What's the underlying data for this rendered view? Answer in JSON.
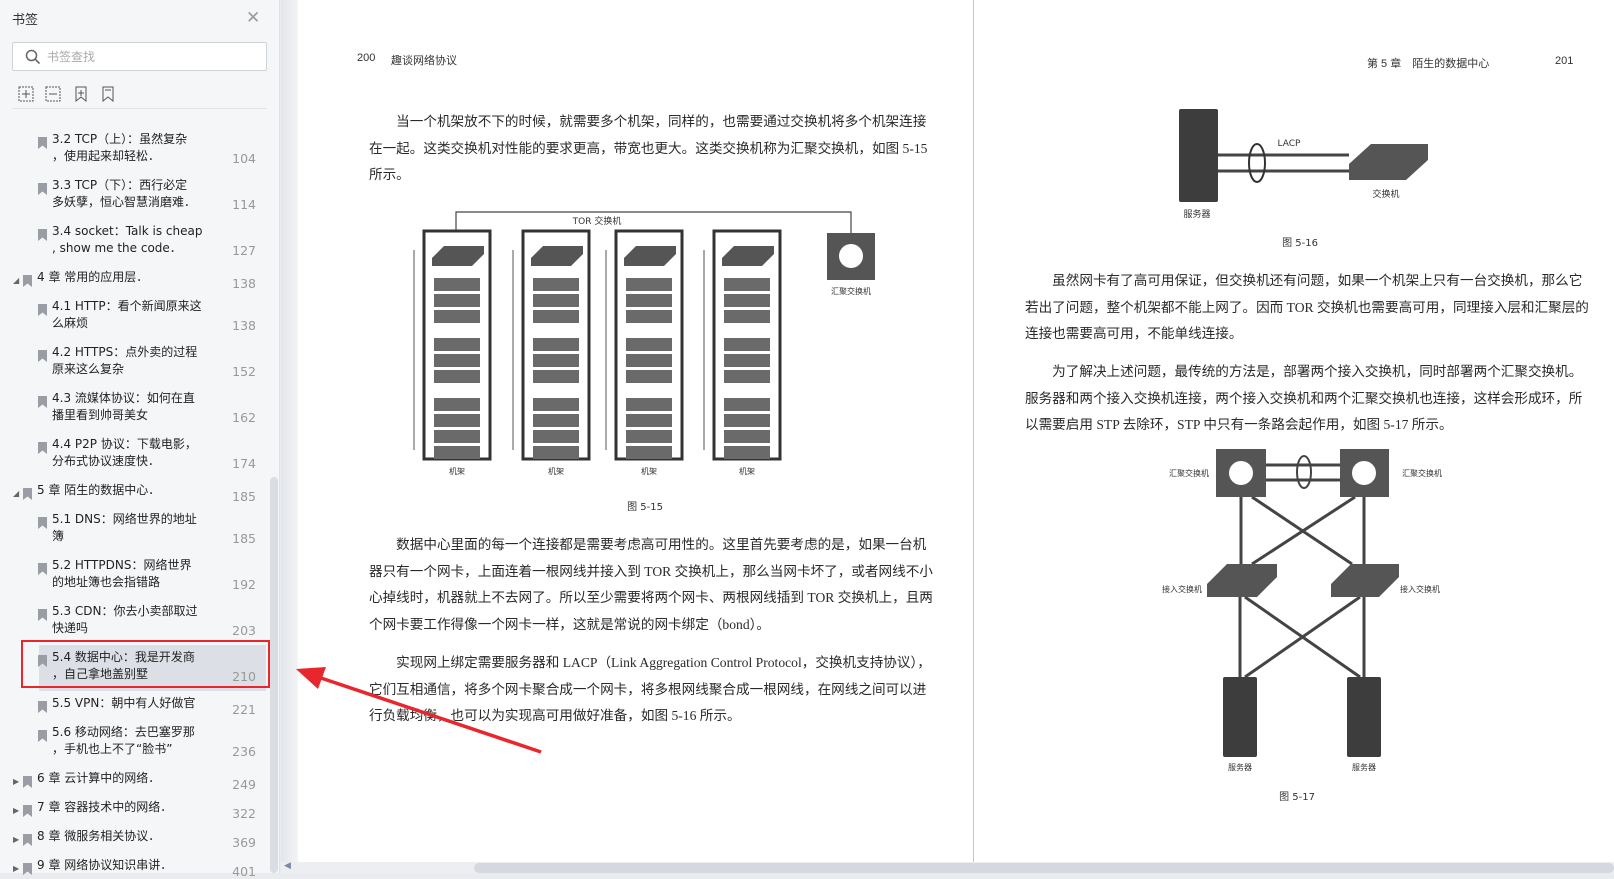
{
  "sidebar": {
    "title": "书签",
    "search_placeholder": "书签查找",
    "tools": [
      "expand-all-icon",
      "collapse-all-icon",
      "add-bookmark-icon",
      "bookmark-icon"
    ],
    "items": [
      {
        "lines": [
          "3.2 TCP（上）：虽然复杂",
          "，使用起来却轻松．"
        ],
        "page": "104",
        "level": 2
      },
      {
        "lines": [
          "3.3 TCP（下）：西行必定",
          "多妖孽，恒心智慧消磨难．"
        ],
        "page": "114",
        "level": 2
      },
      {
        "lines": [
          "3.4 socket：Talk is cheap",
          ", show me the code．"
        ],
        "page": "127",
        "level": 2
      },
      {
        "lines": [
          "4 章 常用的应用层．"
        ],
        "page": "138",
        "level": 1,
        "expand": "expanded"
      },
      {
        "lines": [
          "4.1 HTTP：看个新闻原来这",
          "么麻烦"
        ],
        "page": "138",
        "level": 2
      },
      {
        "lines": [
          "4.2 HTTPS：点外卖的过程",
          "原来这么复杂"
        ],
        "page": "152",
        "level": 2
      },
      {
        "lines": [
          "4.3 流媒体协议：如何在直",
          "播里看到帅哥美女"
        ],
        "page": "162",
        "level": 2
      },
      {
        "lines": [
          "4.4 P2P 协议：下载电影，",
          "分布式协议速度快．"
        ],
        "page": "174",
        "level": 2
      },
      {
        "lines": [
          "5 章 陌生的数据中心．"
        ],
        "page": "185",
        "level": 1,
        "expand": "expanded"
      },
      {
        "lines": [
          "5.1 DNS：网络世界的地址",
          "簿"
        ],
        "page": "185",
        "level": 2
      },
      {
        "lines": [
          "5.2 HTTPDNS：网络世界",
          "的地址簿也会指错路"
        ],
        "page": "192",
        "level": 2
      },
      {
        "lines": [
          "5.3 CDN：你去小卖部取过",
          "快递吗"
        ],
        "page": "203",
        "level": 2
      },
      {
        "lines": [
          "5.4 数据中心：我是开发商",
          "，自己拿地盖别墅"
        ],
        "page": "210",
        "level": 2,
        "selected": true
      },
      {
        "lines": [
          "5.5 VPN：朝中有人好做官"
        ],
        "page": "221",
        "level": 2
      },
      {
        "lines": [
          "5.6 移动网络：去巴塞罗那",
          "，手机也上不了“脸书”"
        ],
        "page": "236",
        "level": 2
      },
      {
        "lines": [
          "6 章 云计算中的网络．"
        ],
        "page": "249",
        "level": 1,
        "expand": "collapsed"
      },
      {
        "lines": [
          "7 章 容器技术中的网络．"
        ],
        "page": "322",
        "level": 1,
        "expand": "collapsed"
      },
      {
        "lines": [
          "8 章 微服务相关协议．"
        ],
        "page": "369",
        "level": 1,
        "expand": "collapsed"
      },
      {
        "lines": [
          "9 章 网络协议知识串讲．"
        ],
        "page": "401",
        "level": 1,
        "expand": "collapsed"
      }
    ]
  },
  "colors": {
    "highlight": "#e8262d",
    "selected_bg": "#dcdfe5"
  },
  "left_page": {
    "page_number": "200",
    "book_title": "趣谈网络协议",
    "para1": [
      "　　当一个机架放不下的时候，就需要多个机架，同样的，也需要通过交换机将多个机架连接",
      "在一起。这类交换机对性能的要求更高，带宽也更大。这类交换机称为汇聚交换机，如图 5-15",
      "所示。"
    ],
    "fig_5_15": {
      "bus_label": "TOR 交换机",
      "rack_labels": [
        "机架",
        "机架",
        "机架",
        "机架"
      ],
      "agg_label": "汇聚交换机",
      "caption": "图 5-15"
    },
    "para2": [
      "　　数据中心里面的每一个连接都是需要考虑高可用性的。这里首先要考虑的是，如果一台机",
      "器只有一个网卡，上面连着一根网线并接入到 TOR 交换机上，那么当网卡坏了，或者网线不小",
      "心掉线时，机器就上不去网了。所以至少需要将两个网卡、两根网线插到 TOR 交换机上，且两",
      "个网卡要工作得像一个网卡一样，这就是常说的网卡绑定（bond）。"
    ],
    "para3": [
      "　　实现网上绑定需要服务器和 LACP（Link Aggregation Control Protocol，交换机支持协议），",
      "它们互相通信，将多个网卡聚合成一个网卡，将多根网线聚合成一根网线，在网线之间可以进",
      "行负载均衡，也可以为实现高可用做好准备，如图 5-16 所示。"
    ]
  },
  "right_page": {
    "chapter": "第 5 章　陌生的数据中心",
    "page_number": "201",
    "fig_5_16": {
      "server_label": "服务器",
      "link_label": "LACP",
      "switch_label": "交换机",
      "caption": "图 5-16"
    },
    "para1": [
      "　　虽然网卡有了高可用保证，但交换机还有问题，如果一个机架上只有一台交换机，那么它",
      "若出了问题，整个机架都不能上网了。因而 TOR 交换机也需要高可用，同理接入层和汇聚层的",
      "连接也需要高可用，不能单线连接。"
    ],
    "para2": [
      "　　为了解决上述问题，最传统的方法是，部署两个接入交换机，同时部署两个汇聚交换机。",
      "服务器和两个接入交换机连接，两个接入交换机和两个汇聚交换机也连接，这样会形成环，所",
      "以需要启用 STP 去除环，STP 中只有一条路会起作用，如图 5-17 所示。"
    ],
    "fig_5_17": {
      "agg_labels": [
        "汇聚交换机",
        "汇聚交换机"
      ],
      "access_labels": [
        "接入交换机",
        "接入交换机"
      ],
      "server_labels": [
        "服务器",
        "服务器"
      ],
      "caption": "图 5-17"
    }
  }
}
